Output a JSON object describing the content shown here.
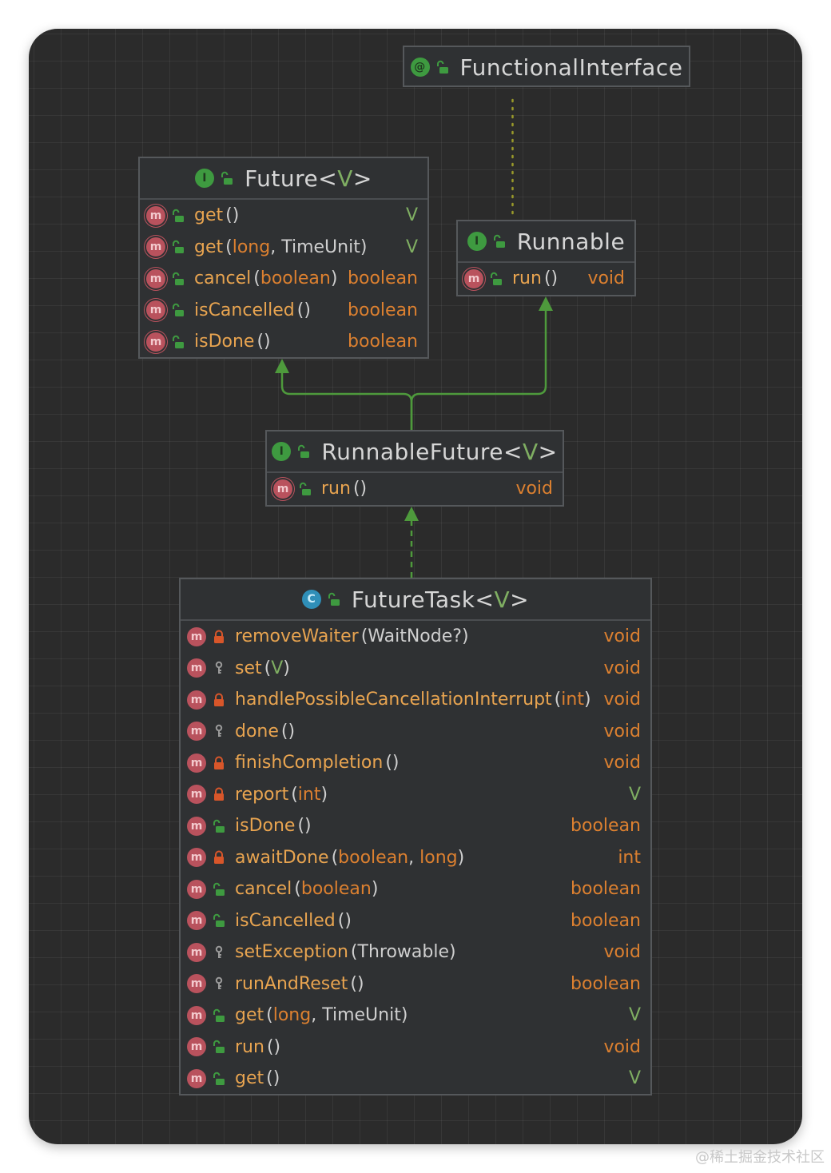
{
  "diagram": {
    "nodes": [
      {
        "id": "functional-interface",
        "kind": "annotation",
        "icon": "annotation-icon",
        "icon_glyph": "@",
        "visibility": "public",
        "name": "FunctionalInterface",
        "generic": "",
        "members": []
      },
      {
        "id": "future",
        "kind": "interface",
        "icon": "interface-icon",
        "icon_glyph": "I",
        "visibility": "public",
        "name": "Future",
        "generic": "V",
        "members": [
          {
            "name": "get",
            "params": [],
            "ret": "V",
            "vis": "public",
            "abstract": true
          },
          {
            "name": "get",
            "params": [
              "long",
              "TimeUnit"
            ],
            "ret": "V",
            "vis": "public",
            "abstract": true
          },
          {
            "name": "cancel",
            "params": [
              "boolean"
            ],
            "ret": "boolean",
            "vis": "public",
            "abstract": true
          },
          {
            "name": "isCancelled",
            "params": [],
            "ret": "boolean",
            "vis": "public",
            "abstract": true
          },
          {
            "name": "isDone",
            "params": [],
            "ret": "boolean",
            "vis": "public",
            "abstract": true
          }
        ]
      },
      {
        "id": "runnable",
        "kind": "interface",
        "icon": "interface-icon",
        "icon_glyph": "I",
        "visibility": "public",
        "name": "Runnable",
        "generic": "",
        "members": [
          {
            "name": "run",
            "params": [],
            "ret": "void",
            "vis": "public",
            "abstract": true
          }
        ]
      },
      {
        "id": "runnable-future",
        "kind": "interface",
        "icon": "interface-icon",
        "icon_glyph": "I",
        "visibility": "public",
        "name": "RunnableFuture",
        "generic": "V",
        "members": [
          {
            "name": "run",
            "params": [],
            "ret": "void",
            "vis": "public",
            "abstract": true
          }
        ]
      },
      {
        "id": "future-task",
        "kind": "class",
        "icon": "class-icon",
        "icon_glyph": "C",
        "visibility": "public",
        "name": "FutureTask",
        "generic": "V",
        "members": [
          {
            "name": "removeWaiter",
            "params": [
              "WaitNode?"
            ],
            "ret": "void",
            "vis": "private"
          },
          {
            "name": "set",
            "params": [
              "V"
            ],
            "ret": "void",
            "vis": "protected"
          },
          {
            "name": "handlePossibleCancellationInterrupt",
            "params": [
              "int"
            ],
            "ret": "void",
            "vis": "private"
          },
          {
            "name": "done",
            "params": [],
            "ret": "void",
            "vis": "protected"
          },
          {
            "name": "finishCompletion",
            "params": [],
            "ret": "void",
            "vis": "private"
          },
          {
            "name": "report",
            "params": [
              "int"
            ],
            "ret": "V",
            "vis": "private"
          },
          {
            "name": "isDone",
            "params": [],
            "ret": "boolean",
            "vis": "public"
          },
          {
            "name": "awaitDone",
            "params": [
              "boolean",
              "long"
            ],
            "ret": "int",
            "vis": "private"
          },
          {
            "name": "cancel",
            "params": [
              "boolean"
            ],
            "ret": "boolean",
            "vis": "public"
          },
          {
            "name": "isCancelled",
            "params": [],
            "ret": "boolean",
            "vis": "public"
          },
          {
            "name": "setException",
            "params": [
              "Throwable"
            ],
            "ret": "void",
            "vis": "protected"
          },
          {
            "name": "runAndReset",
            "params": [],
            "ret": "boolean",
            "vis": "protected"
          },
          {
            "name": "get",
            "params": [
              "long",
              "TimeUnit"
            ],
            "ret": "V",
            "vis": "public"
          },
          {
            "name": "run",
            "params": [],
            "ret": "void",
            "vis": "public"
          },
          {
            "name": "get",
            "params": [],
            "ret": "V",
            "vis": "public"
          }
        ]
      }
    ],
    "edges": [
      {
        "from": "runnable",
        "to": "functional-interface",
        "kind": "annotated-by",
        "style": "dotted"
      },
      {
        "from": "runnable-future",
        "to": "future",
        "kind": "extends",
        "style": "solid"
      },
      {
        "from": "runnable-future",
        "to": "runnable",
        "kind": "extends",
        "style": "solid"
      },
      {
        "from": "future-task",
        "to": "runnable-future",
        "kind": "implements",
        "style": "dashed"
      }
    ]
  },
  "watermark": "@稀土掘金技术社区",
  "colors": {
    "canvas_bg": "#2b2b2b",
    "node_bg": "#2f3133",
    "node_border": "#55585b",
    "method_name": "#e8a450",
    "type": "#dc8030",
    "generic": "#7fae62",
    "edge_green": "#4e9a3c",
    "edge_dotted": "#9a9a2a",
    "interface_icon": "#3e9a40",
    "class_icon": "#2f8fb8",
    "method_icon": "#b9525d",
    "private_lock": "#d8562a",
    "public_unlock": "#3e9a40",
    "protected_key": "#9a9a9a"
  }
}
